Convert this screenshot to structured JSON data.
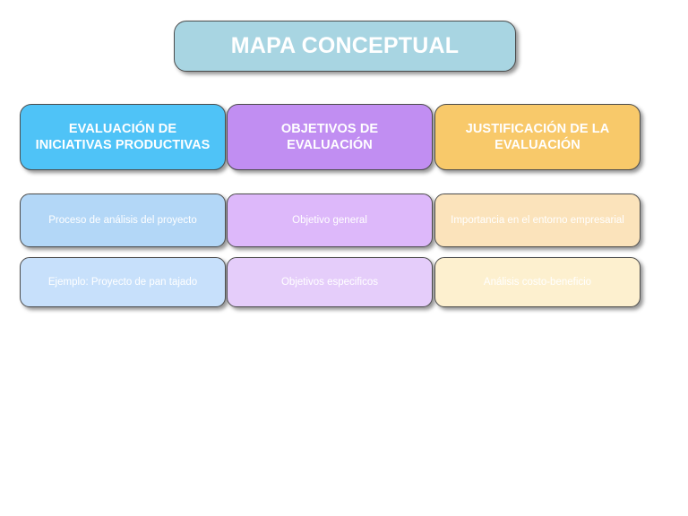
{
  "diagram": {
    "title_box": {
      "label": "MAPA CONCEPTUAL",
      "fill": "#a8d5e2",
      "text_color": "#ffffff"
    },
    "columns": [
      {
        "id": "column-evaluacion-iniciativas",
        "header": {
          "label": "EVALUACIÓN DE INICIATIVAS PRODUCTIVAS",
          "fill": "#4fc3f7",
          "text_color": "#ffffff"
        },
        "level2": {
          "label": "Proceso de análisis del proyecto",
          "fill": "#b3d7f7",
          "text_color": "#ffffff"
        },
        "level3": {
          "label": "Ejemplo: Proyecto de pan tajado",
          "fill": "#c7e0fb",
          "text_color": "#ffffff"
        }
      },
      {
        "id": "column-objetivos-evaluacion",
        "header": {
          "label": "OBJETIVOS DE EVALUACIÓN",
          "fill": "#c18ef2",
          "text_color": "#ffffff"
        },
        "level2": {
          "label": "Objetivo general",
          "fill": "#ddb8fa",
          "text_color": "#ffffff"
        },
        "level3": {
          "label": "Objetivos especificos",
          "fill": "#e5cdfa",
          "text_color": "#ffffff"
        }
      },
      {
        "id": "column-justificacion-evaluacion",
        "header": {
          "label": "JUSTIFICACIÓN DE LA EVALUACIÓN",
          "fill": "#f7c濃"
        }
      }
    ]
  }
}
